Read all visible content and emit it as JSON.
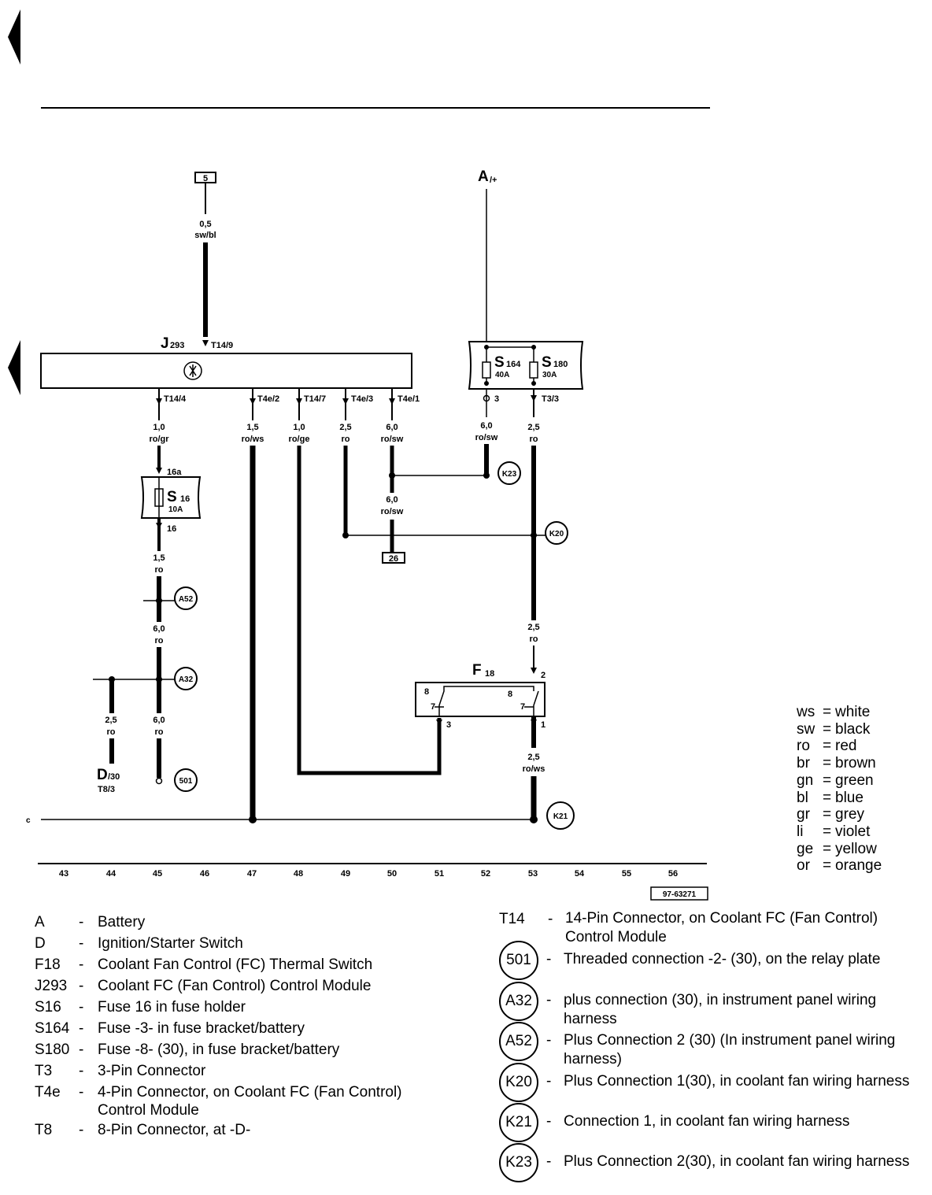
{
  "diagram_id": "97-63271",
  "terminal_5": "5",
  "terminal_26": "26",
  "battery_label": "A",
  "battery_sub": "/+",
  "module_label": "J",
  "module_sub": "293",
  "module_pin_top": "T14/9",
  "module_pins": [
    "T14/4",
    "T4e/2",
    "T14/7",
    "T4e/3",
    "T4e/1"
  ],
  "fuse_s164": {
    "name": "S",
    "sub": "164",
    "rating": "40A"
  },
  "fuse_s180": {
    "name": "S",
    "sub": "180",
    "rating": "30A"
  },
  "fuse_s16": {
    "name": "S",
    "sub": "16",
    "rating": "10A",
    "pin_top": "16a",
    "pin_bottom": "16"
  },
  "fuse_pins": {
    "left": "3",
    "right": "T3/3"
  },
  "switch_label": "F",
  "switch_sub": "18",
  "switch_pins": {
    "p2": "2",
    "p1": "1",
    "p3": "3",
    "inner_left": "8",
    "inner_right": "8",
    "inner_left_b": "7",
    "inner_right_b": "7"
  },
  "ignition_label": "D",
  "ignition_sub": "/30",
  "ignition_conn": "T8/3",
  "ground_mark": "c",
  "wires": {
    "w46": {
      "size": "0,5",
      "color": "sw/bl"
    },
    "w45a": {
      "size": "1,0",
      "color": "ro/gr"
    },
    "w45b": {
      "size": "1,5",
      "color": "ro"
    },
    "w45c": {
      "size": "6,0",
      "color": "ro"
    },
    "w45d": {
      "size": "6,0",
      "color": "ro"
    },
    "w44": {
      "size": "2,5",
      "color": "ro"
    },
    "w47": {
      "size": "1,5",
      "color": "ro/ws"
    },
    "w48": {
      "size": "1,0",
      "color": "ro/ge"
    },
    "w49": {
      "size": "2,5",
      "color": "ro"
    },
    "w50a": {
      "size": "6,0",
      "color": "ro/sw"
    },
    "w50b": {
      "size": "6,0",
      "color": "ro/sw"
    },
    "w52": {
      "size": "6,0",
      "color": "ro/sw"
    },
    "w53a": {
      "size": "2,5",
      "color": "ro"
    },
    "w53b": {
      "size": "2,5",
      "color": "ro"
    },
    "w53c": {
      "size": "2,5",
      "color": "ro/ws"
    }
  },
  "connections": [
    "K23",
    "K20",
    "A52",
    "A32",
    "501",
    "K21"
  ],
  "grid": [
    "43",
    "44",
    "45",
    "46",
    "47",
    "48",
    "49",
    "50",
    "51",
    "52",
    "53",
    "54",
    "55",
    "56"
  ],
  "color_legend": [
    {
      "code": "ws",
      "name": "white"
    },
    {
      "code": "sw",
      "name": "black"
    },
    {
      "code": "ro",
      "name": "red"
    },
    {
      "code": "br",
      "name": "brown"
    },
    {
      "code": "gn",
      "name": "green"
    },
    {
      "code": "bl",
      "name": "blue"
    },
    {
      "code": "gr",
      "name": "grey"
    },
    {
      "code": "li",
      "name": "violet"
    },
    {
      "code": "ge",
      "name": "yellow"
    },
    {
      "code": "or",
      "name": "orange"
    }
  ],
  "component_legend": [
    {
      "code": "A",
      "desc": "Battery"
    },
    {
      "code": "D",
      "desc": "Ignition/Starter Switch"
    },
    {
      "code": "F18",
      "desc": "Coolant Fan Control (FC) Thermal Switch"
    },
    {
      "code": "J293",
      "desc": "Coolant FC (Fan Control) Control Module"
    },
    {
      "code": "S16",
      "desc": "Fuse 16 in fuse holder"
    },
    {
      "code": "S164",
      "desc": "Fuse -3- in fuse bracket/battery"
    },
    {
      "code": "S180",
      "desc": "Fuse -8- (30), in fuse bracket/battery"
    },
    {
      "code": "T3",
      "desc": "3-Pin Connector"
    },
    {
      "code": "T4e",
      "desc": "4-Pin Connector, on Coolant FC (Fan Control) Control Module"
    },
    {
      "code": "T8",
      "desc": "8-Pin Connector, at -D-"
    }
  ],
  "connector_legend": [
    {
      "code": "T14",
      "desc": "14-Pin Connector, on Coolant FC (Fan Control) Control Module"
    },
    {
      "code": "501",
      "desc": "Threaded connection -2- (30), on the relay plate"
    },
    {
      "code": "A32",
      "desc": "plus connection (30), in instrument panel wiring harness"
    },
    {
      "code": "A52",
      "desc": "Plus Connection 2 (30) (In instrument panel wiring harness)"
    },
    {
      "code": "K20",
      "desc": "Plus Connection 1(30), in coolant fan wiring harness"
    },
    {
      "code": "K21",
      "desc": "Connection 1, in coolant fan wiring harness"
    },
    {
      "code": "K23",
      "desc": "Plus Connection 2(30), in coolant fan wiring harness"
    }
  ]
}
